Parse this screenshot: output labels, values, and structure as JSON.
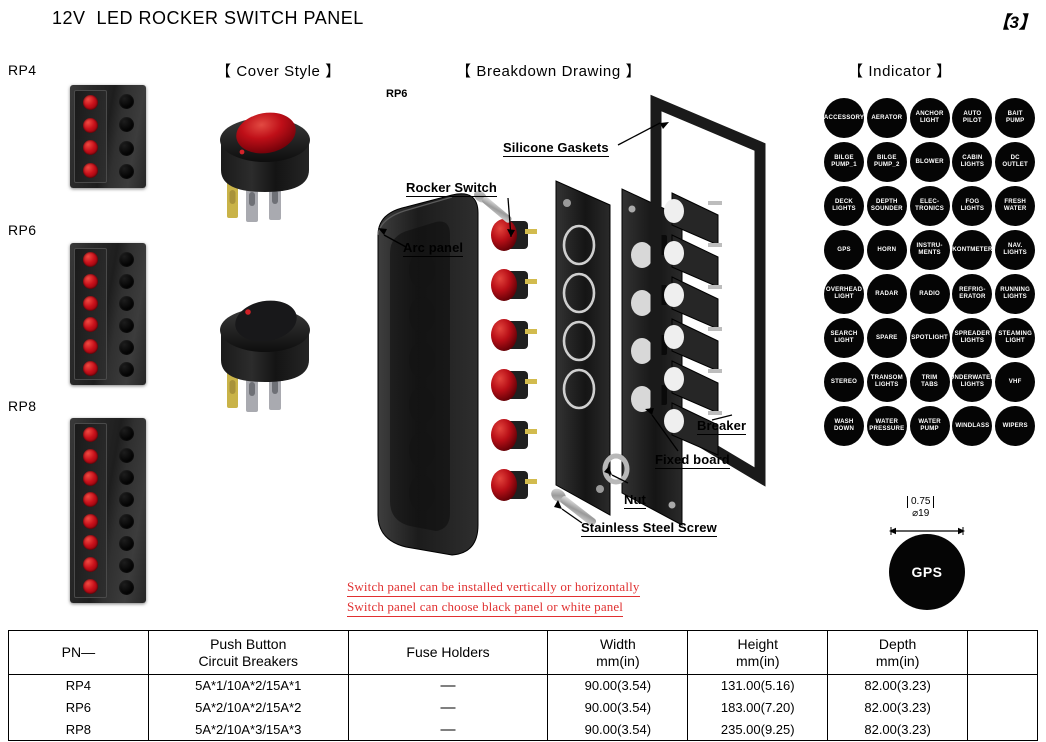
{
  "header": {
    "title": "12V  LED ROCKER SWITCH PANEL",
    "page_number": "【3】"
  },
  "sections": {
    "cover_style": "【 Cover Style 】",
    "breakdown": "【 Breakdown Drawing 】",
    "indicator": "【 Indicator 】"
  },
  "models": [
    {
      "label": "RP4",
      "switches": 4,
      "breakers": 4
    },
    {
      "label": "RP6",
      "switches": 6,
      "breakers": 6
    },
    {
      "label": "RP8",
      "switches": 8,
      "breakers": 8
    }
  ],
  "breakdown": {
    "model_tag": "RP6",
    "callouts": {
      "gaskets": "Silicone Gaskets",
      "rocker_switch": "Rocker Switch",
      "arc_panel": "Arc panel",
      "breaker": "Breaker",
      "fixed_board": "Fixed board",
      "nut": "Nut",
      "screw": "Stainless Steel Screw"
    }
  },
  "notes": [
    "Switch panel can be installed vertically or horizontally",
    "Switch panel can choose black panel or white panel"
  ],
  "indicators": [
    "ACCESSORY",
    "AERATOR",
    "ANCHOR\nLIGHT",
    "AUTO\nPILOT",
    "BAIT\nPUMP",
    "BILGE\nPUMP_1",
    "BILGE\nPUMP_2",
    "BLOWER",
    "CABIN\nLIGHTS",
    "DC\nOUTLET",
    "DECK\nLIGHTS",
    "DEPTH\nSOUNDER",
    "ELEC-\nTRONICS",
    "FOG\nLIGHTS",
    "FRESH\nWATER",
    "GPS",
    "HORN",
    "INSTRU-\nMENTS",
    "KONTMETER",
    "NAV.\nLIGHTS",
    "OVERHEAD\nLIGHT",
    "RADAR",
    "RADIO",
    "REFRIG-\nERATOR",
    "RUNNING\nLIGHTS",
    "SEARCH\nLIGHT",
    "SPARE",
    "SPOTLIGHT",
    "SPREADER\nLIGHTS",
    "STEAMING\nLIGHT",
    "STEREO",
    "TRANSOM\nLIGHTS",
    "TRIM\nTABS",
    "UNDERWATER\nLIGHTS",
    "VHF",
    "WASH\nDOWN",
    "WATER\nPRESSURE",
    "WATER\nPUMP",
    "WINDLASS",
    "WIPERS"
  ],
  "gps_sample": {
    "label": "GPS",
    "dim_inch": "0.75",
    "dim_mm": "⌀19"
  },
  "table": {
    "headers": {
      "pn": "PN—",
      "circuit_breakers": "Push Button\nCircuit Breakers",
      "fuse_holders": "Fuse Holders",
      "width": "Width\nmm(in)",
      "height": "Height\nmm(in)",
      "depth": "Depth\nmm(in)",
      "blank": ""
    },
    "rows": [
      {
        "pn": "RP4",
        "cb": "5A*1/10A*2/15A*1",
        "fh": "—",
        "w": "90.00(3.54)",
        "h": "131.00(5.16)",
        "d": "82.00(3.23)"
      },
      {
        "pn": "RP6",
        "cb": "5A*2/10A*2/15A*2",
        "fh": "—",
        "w": "90.00(3.54)",
        "h": "183.00(7.20)",
        "d": "82.00(3.23)"
      },
      {
        "pn": "RP8",
        "cb": "5A*2/10A*3/15A*3",
        "fh": "—",
        "w": "90.00(3.54)",
        "h": "235.00(9.25)",
        "d": "82.00(3.23)"
      }
    ]
  },
  "colors": {
    "led_red": "#c8101a",
    "panel_black": "#050505",
    "note_red": "#e03131"
  }
}
